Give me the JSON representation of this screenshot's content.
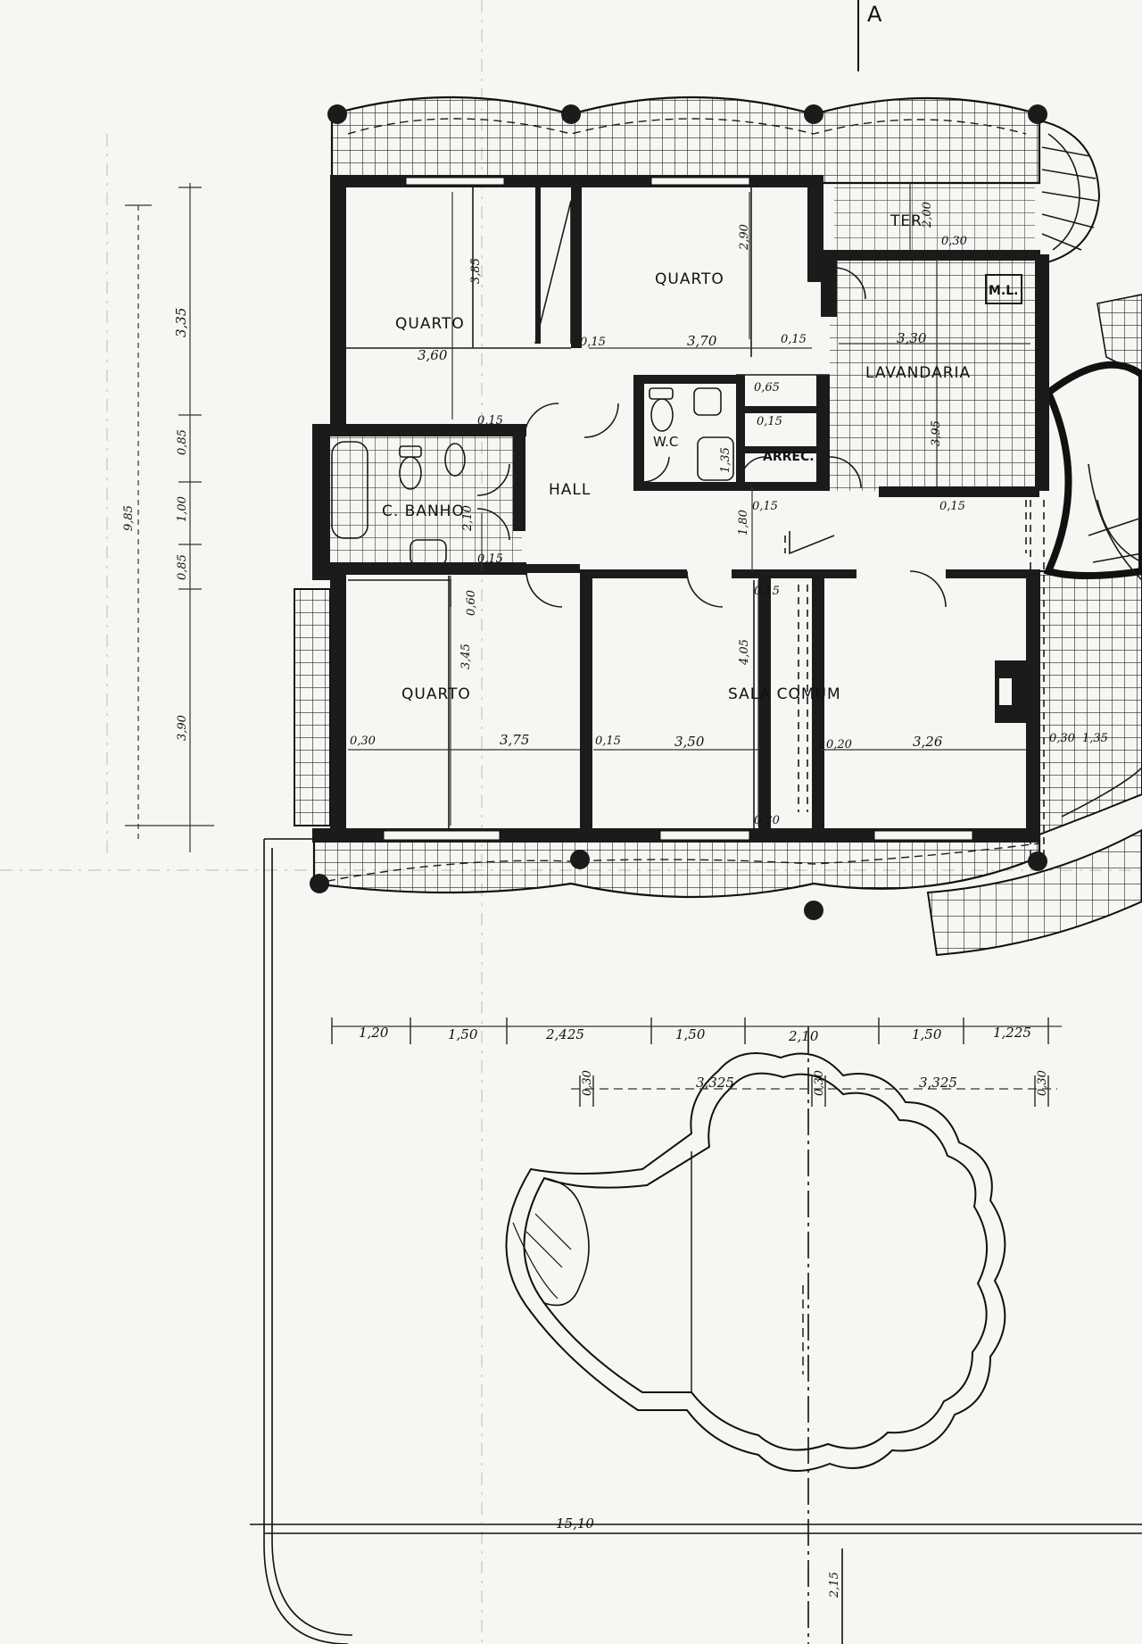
{
  "section_marker": "A",
  "rooms": {
    "quarto_1": "QUARTO",
    "quarto_2": "QUARTO",
    "quarto_3": "QUARTO",
    "lavandaria": "LAVANDARIA",
    "ter": "TER",
    "ml": "M.L.",
    "wc": "W.C",
    "arrec": "ARREC.",
    "hall": "HALL",
    "c_banho": "C. BANHO",
    "sala_comum": "SALA COMUM"
  },
  "dims": {
    "d_385": "3,85",
    "d_360": "3,60",
    "d_290": "2,90",
    "d_370": "3,70",
    "d_015a": "0,15",
    "d_015b": "0,15",
    "d_330": "3,30",
    "d_200": "2,00",
    "d_030_ter": "0,30",
    "d_065": "0,65",
    "d_015c": "0,15",
    "d_135": "1,35",
    "d_395": "3,95",
    "d_015_bath": "0,15",
    "d_210": "2,10",
    "d_015_bath2": "0,15",
    "d_180": "1,80",
    "d_015d": "0,15",
    "d_015e": "0,15",
    "d_015f": "0,15",
    "d_060": "0,60",
    "d_345": "3,45",
    "d_405": "4,05",
    "d_030_l": "0,30",
    "d_375": "3,75",
    "d_015g": "0,15",
    "d_350": "3,50",
    "d_020": "0,20",
    "d_326": "3,26",
    "d_030_r": "0,30",
    "d_135b": "1,35",
    "d_030_b": "0,30",
    "left_335": "3,35",
    "left_085a": "0,85",
    "left_100": "1,00",
    "left_085b": "0,85",
    "left_985": "9,85",
    "left_390": "3,90",
    "b_120": "1,20",
    "b_150a": "1,50",
    "b_2425": "2,425",
    "b_150b": "1,50",
    "b_210": "2,10",
    "b_150c": "1,50",
    "b_1225": "1,225",
    "b_030a": "0,30",
    "b_3325a": "3,325",
    "b_030b": "0,30",
    "b_3325b": "3,325",
    "b_030c": "0,30",
    "pool_1510": "15,10",
    "pool_215": "2,15"
  }
}
